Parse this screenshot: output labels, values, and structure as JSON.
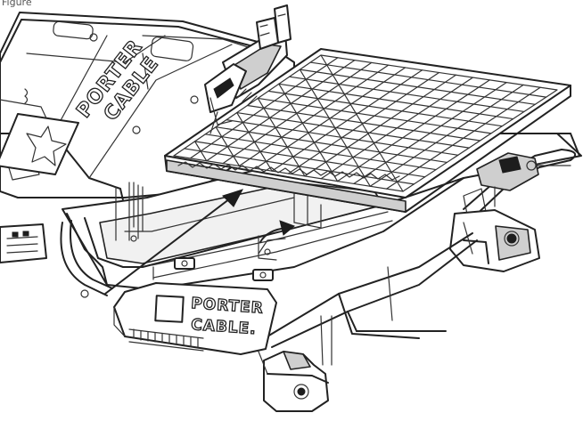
{
  "figure": {
    "label": "Figure"
  },
  "branding": {
    "base_logo_line1": "PORTER",
    "base_logo_line2": "CABLE",
    "front_logo_line1": "PORTER",
    "front_logo_line2": "CABLE."
  },
  "icons": {
    "direction_arrow": "long-arrow-icon",
    "rotation_arrow": "curved-arrow-icon",
    "logo_mark": "star-logo-icon"
  },
  "colors": {
    "line": "#222222",
    "fill": "#ffffff",
    "shade": "#cfcfcf"
  }
}
